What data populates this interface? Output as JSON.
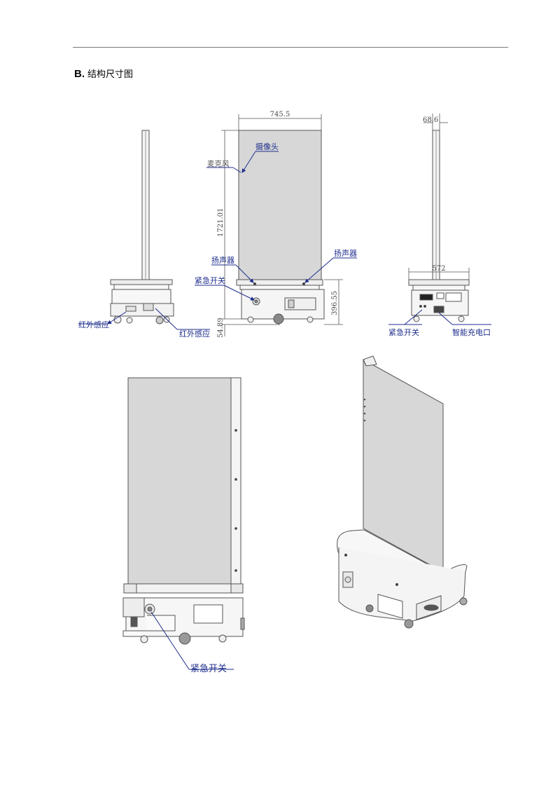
{
  "section": {
    "letter": "B.",
    "title": "结构尺寸图"
  },
  "dimensions": {
    "front_width": "745.5",
    "total_height": "1721.01",
    "base_height": "396.55",
    "ground_clearance": "54.89",
    "side_thickness": "68.6",
    "side_base_depth": "572"
  },
  "labels": {
    "camera": "摄像头",
    "microphone": "麦克风",
    "speaker_left": "扬声器",
    "speaker_right": "扬声器",
    "emergency_switch_front": "紧急开关",
    "infrared_left_1": "红外感应",
    "infrared_left_2": "红外感应",
    "emergency_switch_side": "紧急开关",
    "smart_charging_port": "智能充电口",
    "emergency_switch_persp": "紧急开关"
  },
  "colors": {
    "label_blue": "#1f2e8c",
    "panel_gray": "#d7d7d7",
    "line_gray": "#555555"
  }
}
